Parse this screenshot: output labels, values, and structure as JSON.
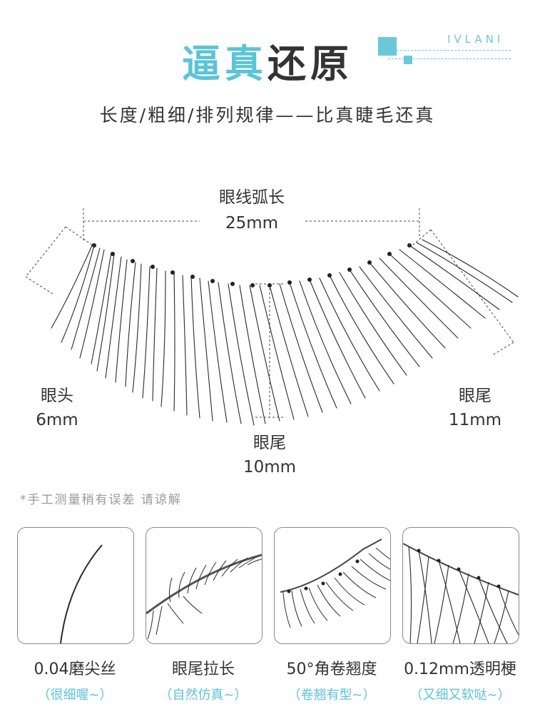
{
  "header": {
    "brand": "IVLANI",
    "title_highlight": "逼真",
    "title_rest": "还原",
    "subtitle": "长度/粗细/排列规律——比真睫毛还真",
    "accent_color": "#5bc4d6"
  },
  "measurements": {
    "arc": {
      "label": "眼线弧长",
      "value": "25mm"
    },
    "head": {
      "label": "眼头",
      "value": "6mm"
    },
    "middle": {
      "label": "眼尾",
      "value": "10mm"
    },
    "tail": {
      "label": "眼尾",
      "value": "11mm"
    }
  },
  "note": "*手工测量稍有误差 请谅解",
  "features": [
    {
      "title": "0.04磨尖丝",
      "subtitle": "（很细喔~）"
    },
    {
      "title": "眼尾拉长",
      "subtitle": "（自然仿真~）"
    },
    {
      "title": "50°角卷翘度",
      "subtitle": "（卷翘有型~）"
    },
    {
      "title": "0.12mm透明梗",
      "subtitle": "（又细又软哒~）"
    }
  ]
}
